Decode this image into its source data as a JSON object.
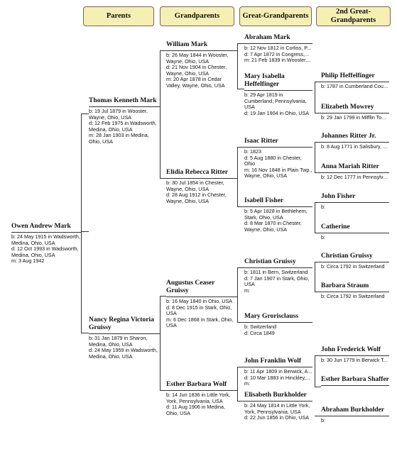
{
  "headers": {
    "parents": "Parents",
    "grandparents": "Grandparents",
    "great": "Great-Grandparents",
    "great2": "2nd Great-Grandparents"
  },
  "people": {
    "owen": {
      "name": "Owen Andrew Mark",
      "b": "b: 24 May 1915 in Wadsworth, Medina, Ohio, USA",
      "d": "d: 12 Oct 1993 in Wadsworth, Medina, Ohio, USA",
      "m": "m: 3 Aug 1942"
    },
    "thomas": {
      "name": "Thomas Kenneth Mark",
      "b": "b: 19 Jul 1879 in Wooster, Wayne, Ohio, USA",
      "d": "d: 12 Feb 1975 in Wadsworth, Medina, Ohio, USA",
      "m": "m: 28 Jan 1903 in Medina, Ohio, USA"
    },
    "nancy": {
      "name": "Nancy Regina Victoria Gruissy",
      "b": "b: 31 Jan 1879 in Sharon, Medina, Ohio, USA",
      "d": "d: 24 May 1959 in Wadsworth, Medina, Ohio, USA"
    },
    "william": {
      "name": "William Mark",
      "b": "b: 26 May 1844 in Wooster, Wayne, Ohio, USA",
      "d": "d: 21 Nov 1904 in Chester, Wayne, Ohio, USA",
      "m": "m: 20 Apr 1878 in Cedar Valley, Wayne, Ohio, USA"
    },
    "elidia": {
      "name": "Elidia Rebecca Ritter",
      "b": "b: 30 Jul 1854 in Chester, Wayne, Ohio, USA",
      "d": "d: 28 Aug 1912 in Chester, Wayne, Ohio, USA"
    },
    "augustus": {
      "name": "Augustus Ceaser Gruissy",
      "b": "b: 16 May 1840 in Ohio, USA",
      "d": "d: 8 Dec 1915 in Stark, Ohio, USA",
      "m": "m: 6 Dec 1868 in Stark, Ohio, USA"
    },
    "esther": {
      "name": "Esther Barbara Wolf",
      "b": "b: 14 Jun 1836 in Little York, York, Pennsylvania, USA",
      "d": "d: 11 Aug 1906 in Medina, Ohio, USA"
    },
    "abraham": {
      "name": "Abraham Mark",
      "b": "b: 12 Nov 1812 in Corliss, P...",
      "d": "d: 7 Apr 1872 in Congress,...",
      "m": "m: 21 Feb 1839 in Wooster,..."
    },
    "maryisabella": {
      "name": "Mary Isabella Heffelfinger",
      "b": "b: 29 Apr 1819 in Cumberland, Pennsylvania, USA",
      "d": "d: 19 Jan 1904 in Ohio, USA"
    },
    "isaac": {
      "name": "Isaac Ritter",
      "b": "b: 1823",
      "d": "d: 5 Aug 1880 in Chester, Ohio",
      "m": "m: 16 Nov 1848 in Plain Twp., Wayne, Ohio, USA"
    },
    "isabell": {
      "name": "Isabell Fisher",
      "b": "b: 5 Apr 1828 in Bethlehem, Stark, Ohio, USA",
      "d": "d: 8 Mar 1870 in Chester, Wayne, Ohio, USA"
    },
    "christian": {
      "name": "Christian Gruissy",
      "b": "b: 1811 in Bern, Switzerland",
      "d": "d: 7 Jan 1907 in Stark, Ohio, USA",
      "m": "m:"
    },
    "marygror": {
      "name": "Mary Grorisclauss",
      "b": "b: Switzerland",
      "d": "d: Circa 1849"
    },
    "johnfranklin": {
      "name": "John Franklin Wolf",
      "b": "b: 11 Apr 1809 in Berwick, A...",
      "d": "d: 10 Mar 1883 in Hinckley,...",
      "m": "m:"
    },
    "elisabeth": {
      "name": "Elisabeth Burkholder",
      "b": "b: 24 May 1814 in Little York, York, Pennsylvania, USA",
      "d": "d: 22 Jun 1856 in Ohio, USA"
    },
    "philip": {
      "name": "Philip Heffelfinger",
      "b": "b: 1787 in Cumberland Coun..."
    },
    "elizabeth": {
      "name": "Elizabeth Mowrey",
      "b": "b: 29 Jan 1799 in Mifflin Tow..."
    },
    "johannes": {
      "name": "Johannes Ritter Jr.",
      "b": "b: 8 Aug 1771 in Salisbury, L..."
    },
    "anna": {
      "name": "Anna Mariah Ritter",
      "b": "b: 12 Dec 1777 in Pennsylva..."
    },
    "johnfisher": {
      "name": "John Fisher",
      "b": "b:"
    },
    "catherine": {
      "name": "Catherine",
      "b": "b:"
    },
    "christian2": {
      "name": "Christian Gruissy",
      "b": "b: Circa 1792 in Switzerland"
    },
    "barbara": {
      "name": "Barbara Straum",
      "b": "b: Circa 1792 in Switzerland"
    },
    "johnfrederick": {
      "name": "John Frederick Wolf",
      "b": "b: 30 Jun 1779 in Berwick T..."
    },
    "estherbs": {
      "name": "Esther Barbara Shaffer"
    },
    "abrahamb": {
      "name": "Abraham Burkholder",
      "b": "b:"
    }
  }
}
